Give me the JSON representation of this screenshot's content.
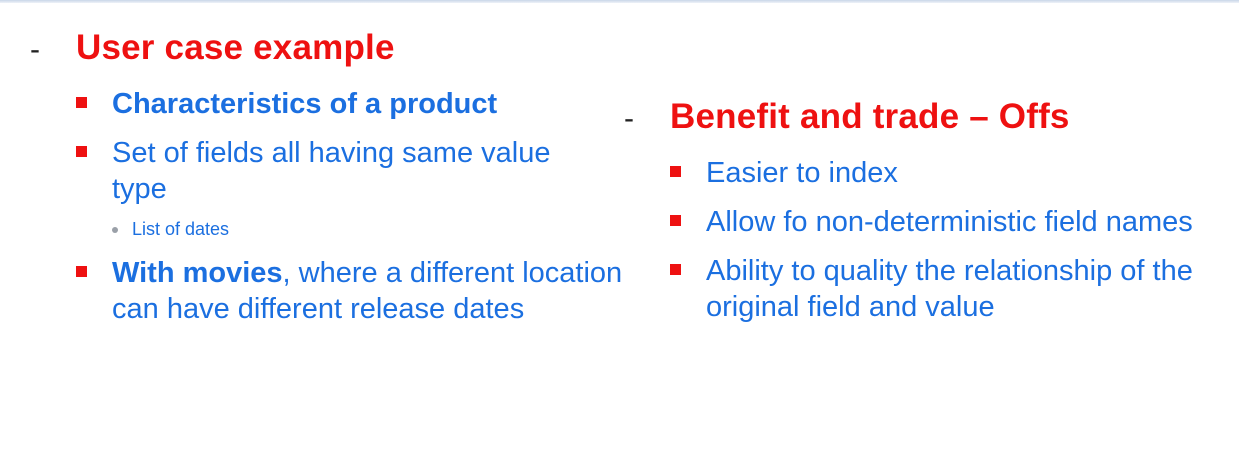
{
  "left": {
    "dash": "-",
    "heading": "User case example",
    "items": {
      "0": {
        "text": "Characteristics of a product"
      },
      "1": {
        "text": "Set of fields all having same value type"
      },
      "2": {
        "bold": "With movies",
        "text": ", where a different location can have different release dates"
      }
    },
    "subitems": {
      "0": {
        "text": "List of dates"
      }
    }
  },
  "right": {
    "dash": "-",
    "heading": "Benefit and trade – Offs",
    "items": {
      "0": {
        "text": "Easier to index"
      },
      "1": {
        "text": "Allow fo non-deterministic field names"
      },
      "2": {
        "text": "Ability to quality the relationship of the original field and value"
      }
    }
  },
  "colors": {
    "heading": "#ee1111",
    "body_text": "#1b6fe0",
    "bullet": "#ee1111",
    "sub_bullet": "#9aa0a8"
  }
}
